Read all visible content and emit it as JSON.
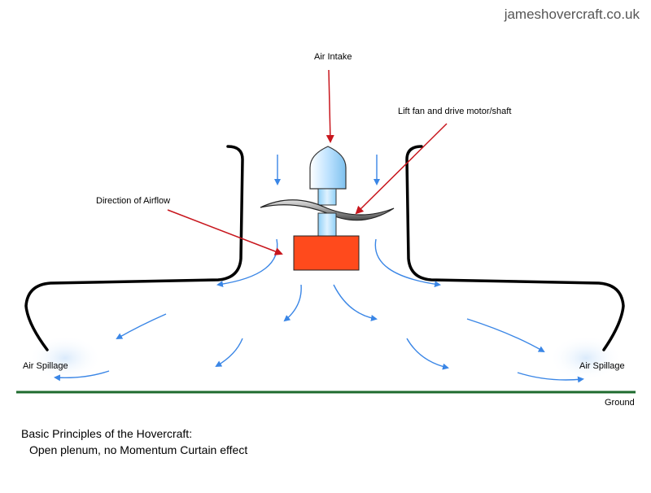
{
  "header": {
    "site": "jameshovercraft.co.uk"
  },
  "labels": {
    "air_intake": "Air Intake",
    "lift_fan": "Lift fan and drive motor/shaft",
    "direction": "Direction of Airflow",
    "spill_left": "Air Spillage",
    "spill_right": "Air Spillage",
    "ground": "Ground"
  },
  "caption": {
    "line1": "Basic Principles of the Hovercraft:",
    "line2": "Open plenum, no Momentum Curtain effect"
  },
  "colors": {
    "airflow": "#3a86e6",
    "pointer": "#c8161d",
    "ground": "#1e6b2e",
    "motor": "#ff4a1c",
    "hull": "#000000"
  }
}
